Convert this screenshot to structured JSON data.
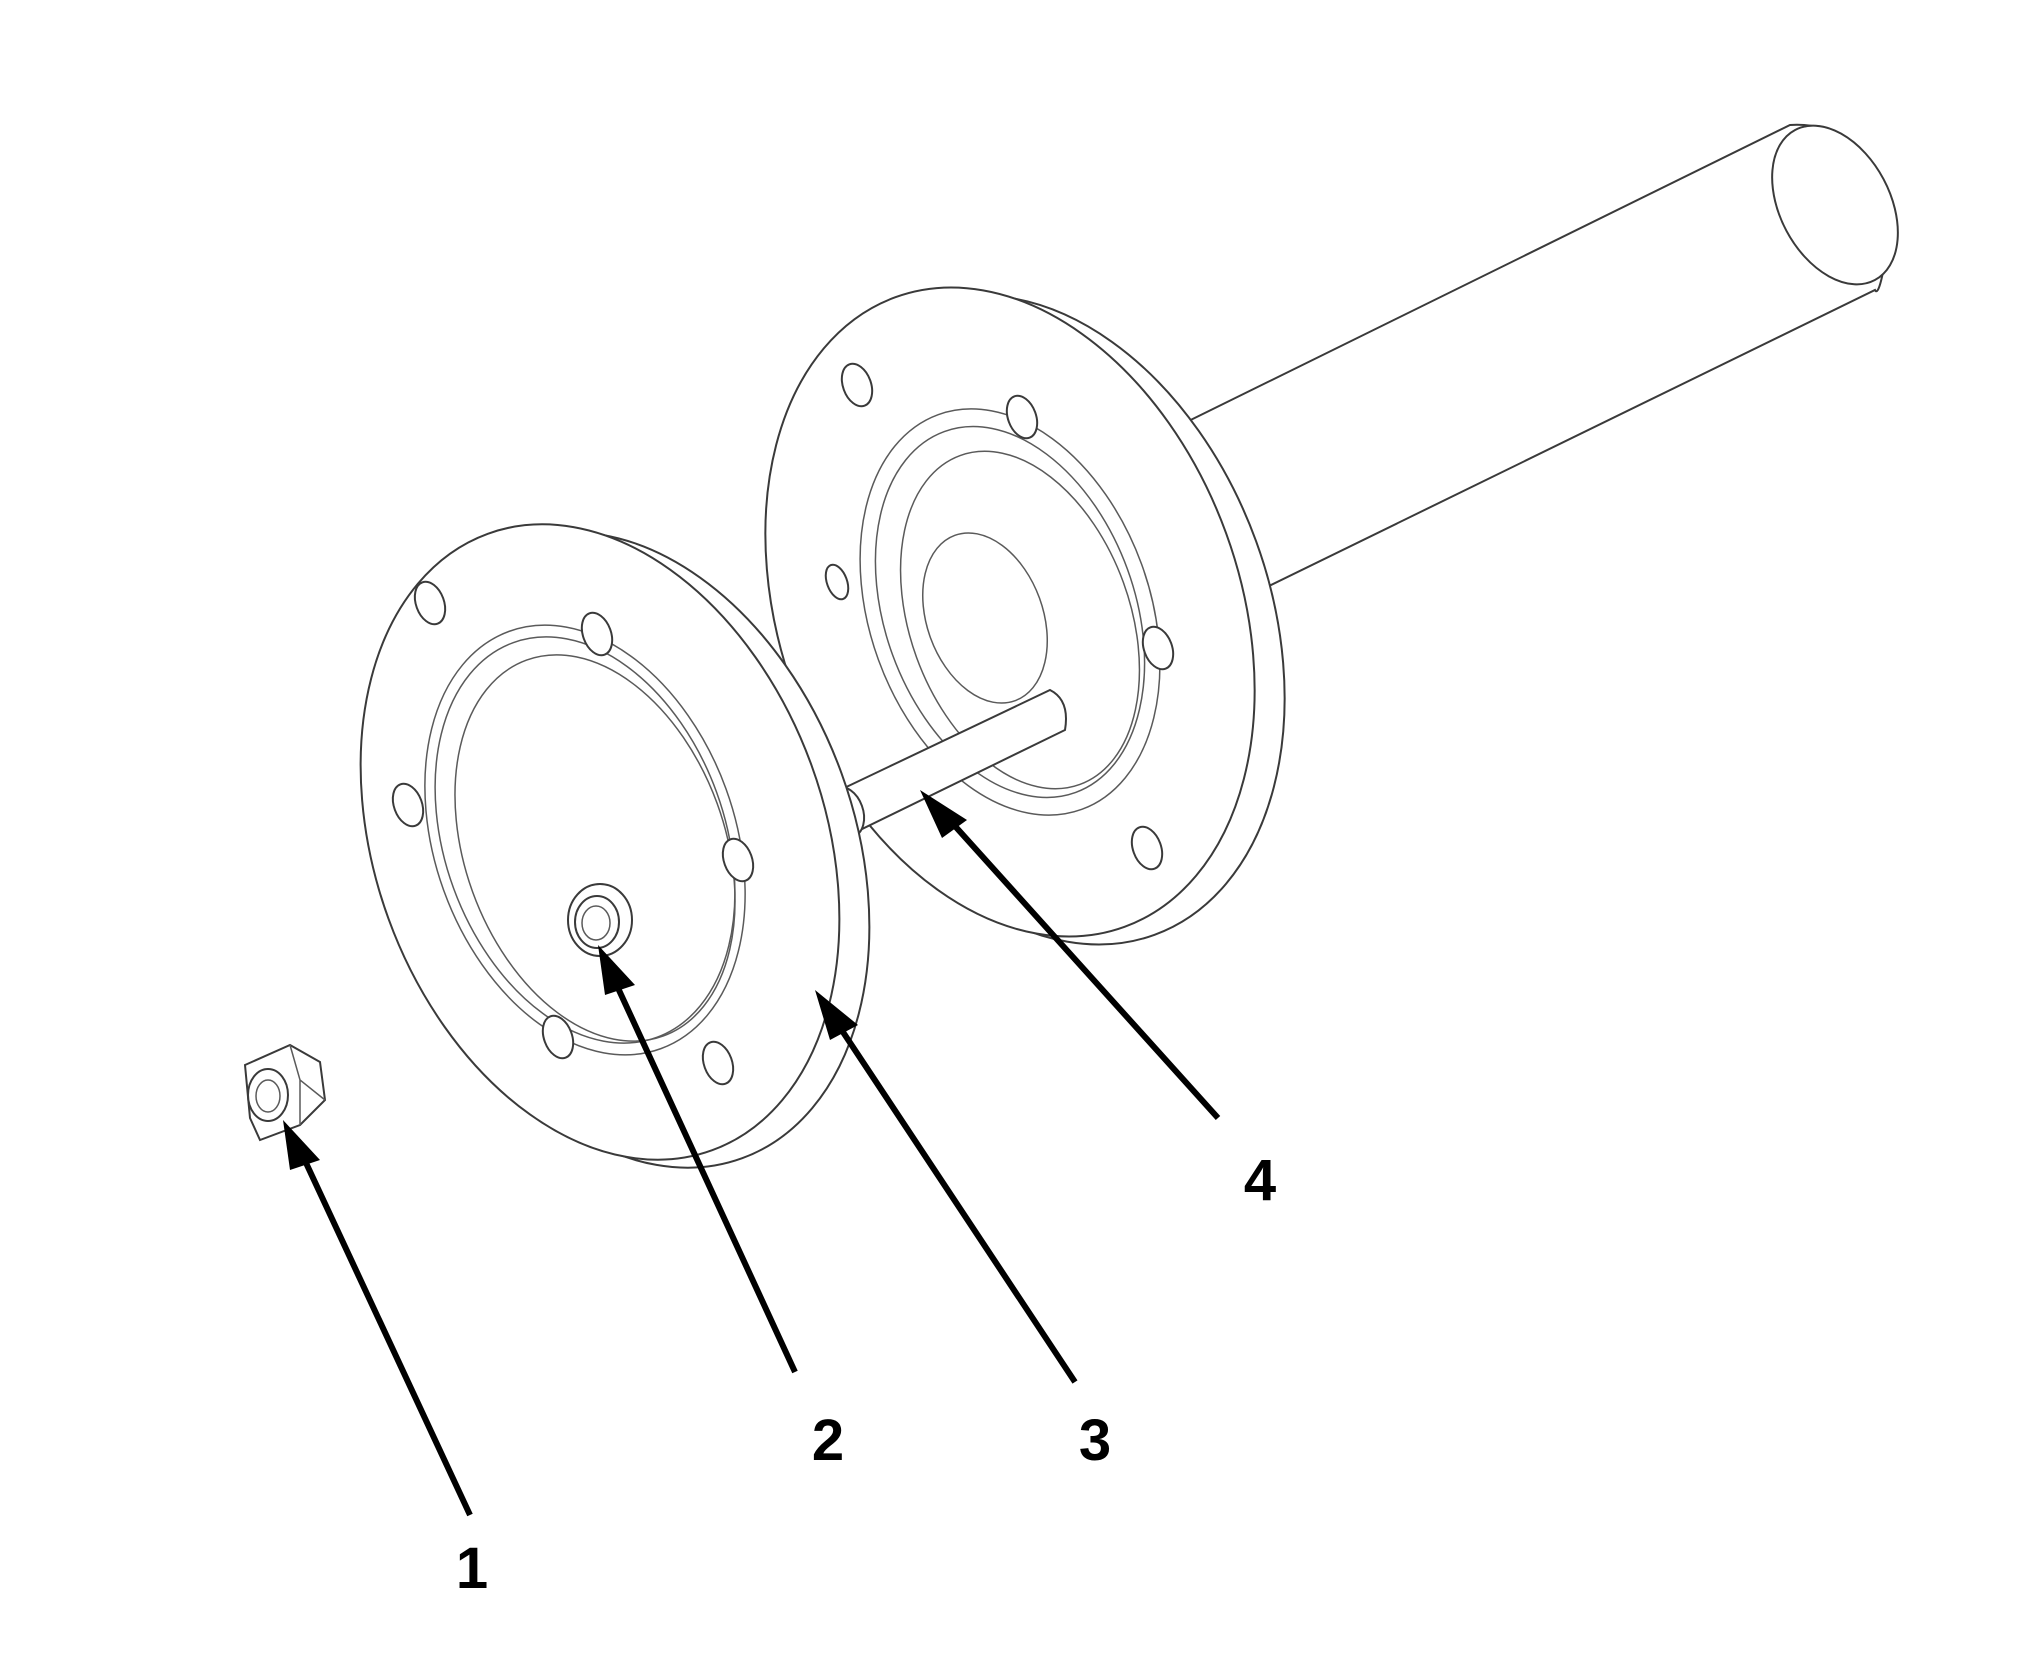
{
  "callouts": [
    {
      "label": "1"
    },
    {
      "label": "2"
    },
    {
      "label": "3"
    },
    {
      "label": "4"
    }
  ],
  "colors": {
    "line": "#3a3a3a",
    "arrow": "#000000",
    "background": "#ffffff"
  }
}
